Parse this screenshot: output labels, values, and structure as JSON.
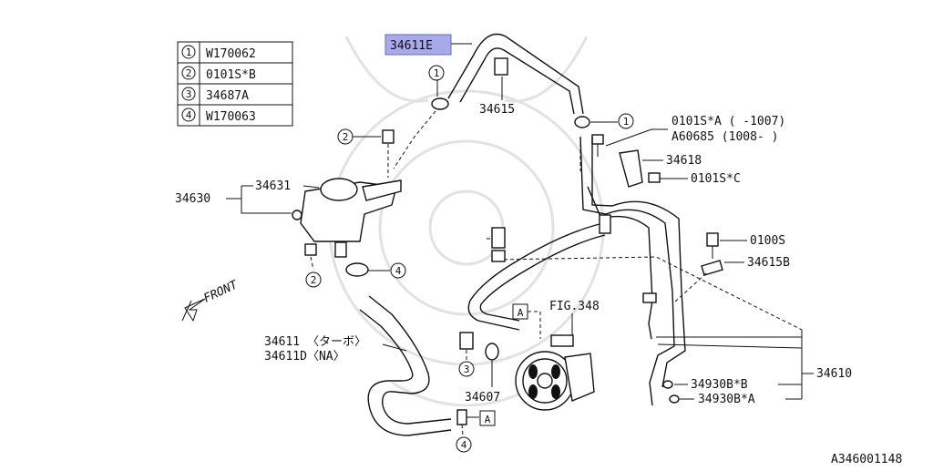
{
  "legend": [
    {
      "num": "1",
      "code": "W170062"
    },
    {
      "num": "2",
      "code": "0101S*B"
    },
    {
      "num": "3",
      "code": "34687A"
    },
    {
      "num": "4",
      "code": "W170063"
    }
  ],
  "callouts": {
    "c_34611E": "34611E",
    "c_34615": "34615",
    "c_34631": "34631",
    "c_34630": "34630",
    "c_0101SA": "0101S*A ( -1007)",
    "c_A60685": "A60685 (1008- )",
    "c_34618": "34618",
    "c_0101SC": "0101S*C",
    "c_0100S": "0100S",
    "c_34615B": "34615B",
    "c_fig348": "FIG.348",
    "c_34611": "34611 〈ターボ〉",
    "c_34611D": "34611D〈NA〉",
    "c_34607": "34607",
    "c_34610": "34610",
    "c_34930BB": "34930B*B",
    "c_34930BA": "34930B*A",
    "front": "FRONT",
    "refA1": "A",
    "refA2": "A",
    "diagram_id": "A346001148"
  },
  "markers": {
    "m1a": "1",
    "m1b": "1",
    "m2a": "2",
    "m2b": "2",
    "m3": "3",
    "m4a": "4",
    "m4b": "4"
  }
}
